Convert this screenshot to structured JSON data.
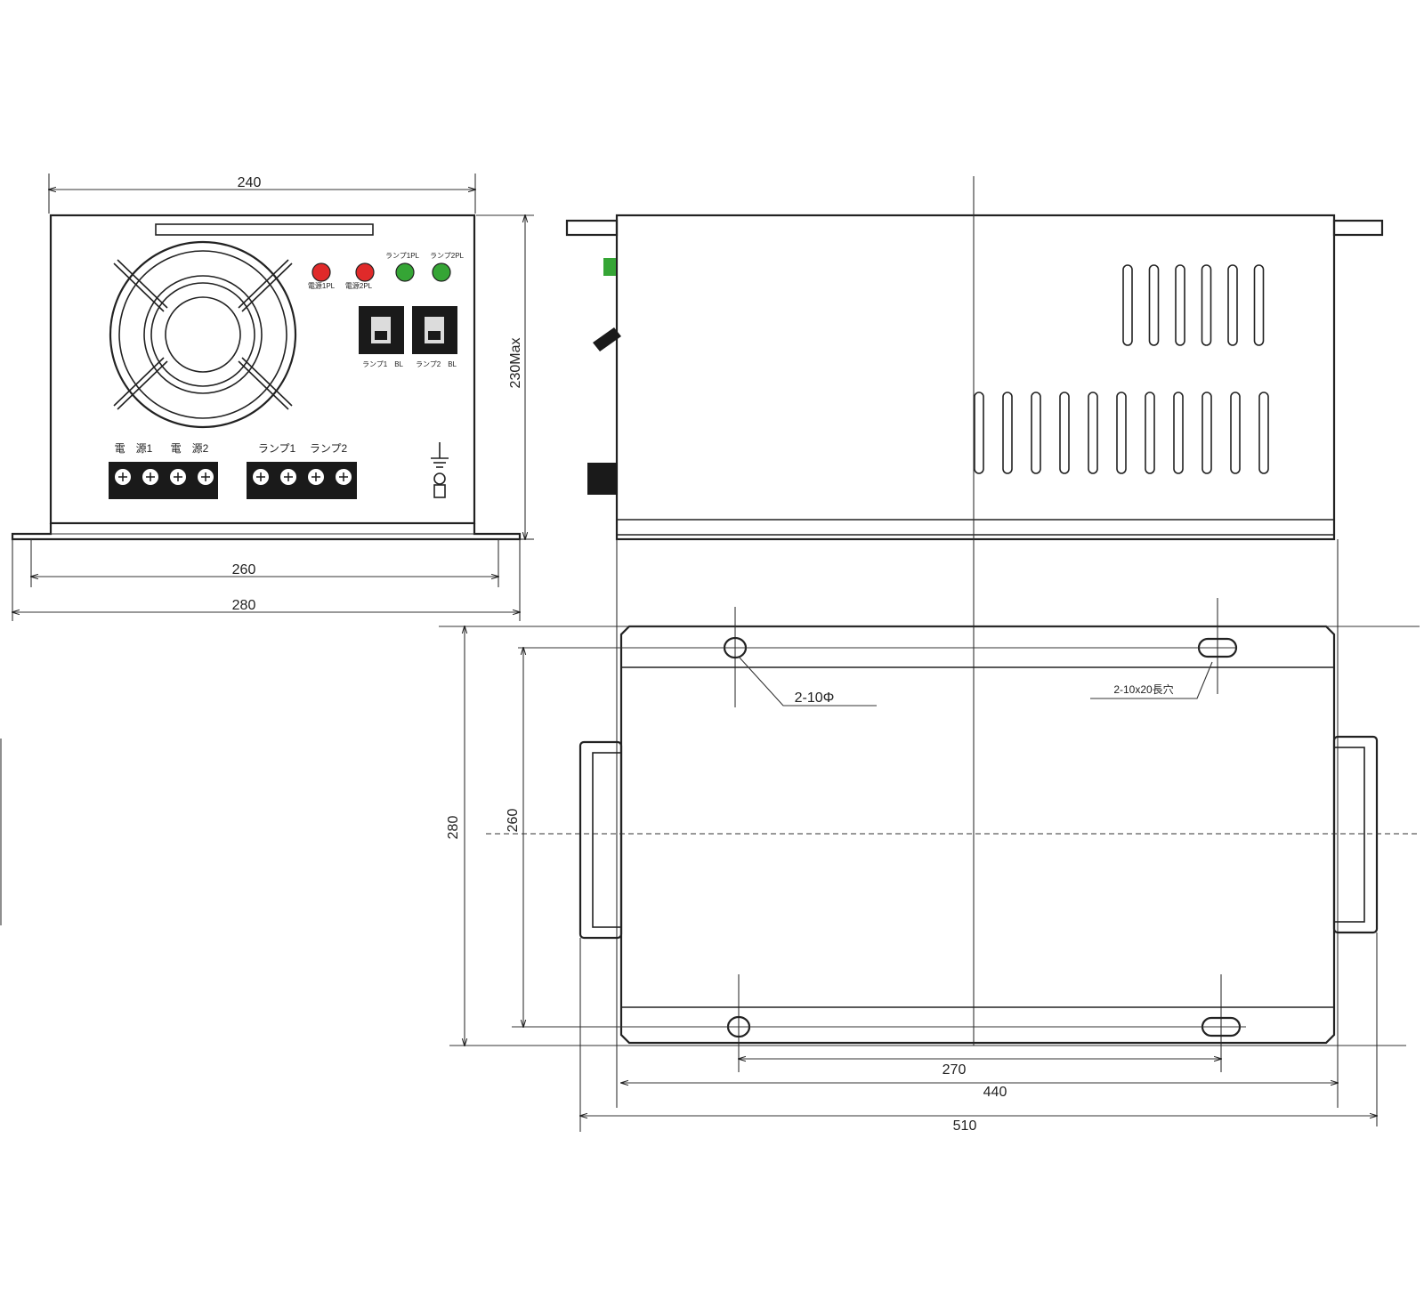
{
  "front_view": {
    "width_top": "240",
    "height_max": "230Max",
    "width_base": "260",
    "width_overall": "280",
    "leds": [
      {
        "label": "電源1PL",
        "color": "#e02a2a"
      },
      {
        "label": "電源2PL",
        "color": "#e02a2a"
      },
      {
        "label": "ランプ1PL",
        "color": "#35a535"
      },
      {
        "label": "ランプ2PL",
        "color": "#35a535"
      }
    ],
    "breakers": [
      {
        "label": "ランプ1　BL"
      },
      {
        "label": "ランプ2　BL"
      }
    ],
    "terminal_group_power_labels": [
      "電　源1",
      "電　源2"
    ],
    "terminal_group_lamp_labels": [
      "ランプ1",
      "ランプ2"
    ],
    "terminal_count": 4
  },
  "side_view": {
    "louver_rows": [
      6,
      11
    ]
  },
  "top_view": {
    "depth_overall": "280",
    "depth_holes": "260",
    "hole_label": "2-10Φ",
    "slot_label": "2-10x20長穴",
    "hole_pitch": "270",
    "body_width": "440",
    "overall_width": "510"
  },
  "colors": {
    "line": "#222222",
    "led_red": "#e02a2a",
    "led_green": "#35a535",
    "breaker": "#1a1a1a"
  }
}
